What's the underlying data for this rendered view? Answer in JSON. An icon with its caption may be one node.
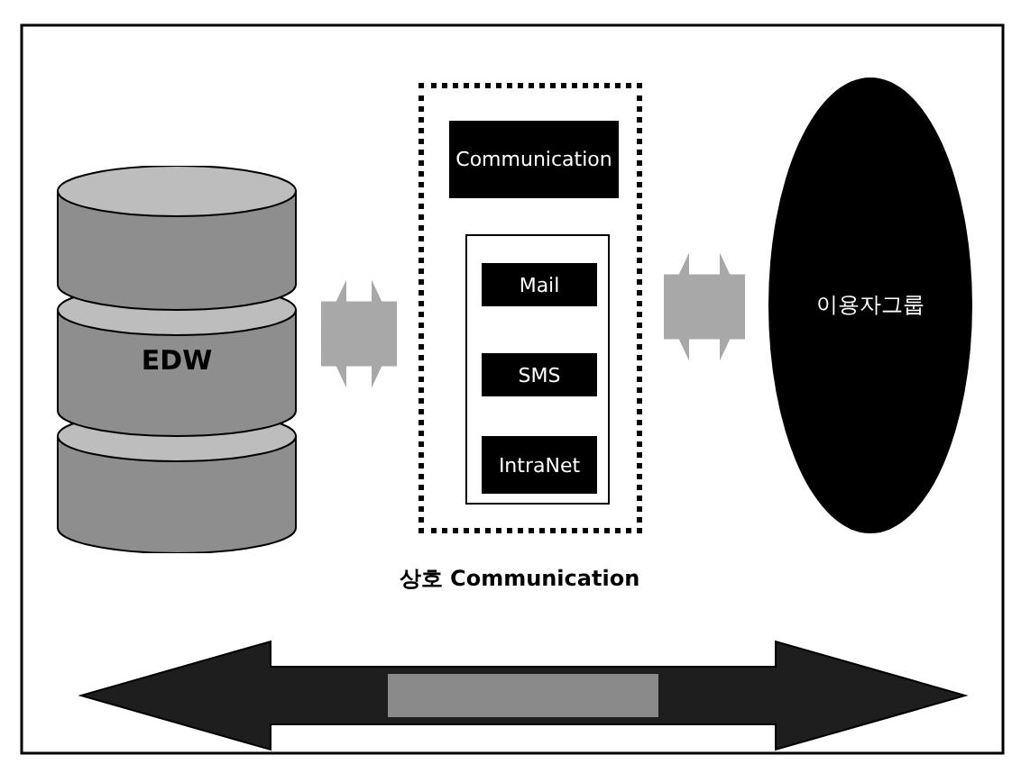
{
  "diagram": {
    "nodes": [
      {
        "text": [
          "EDW"
        ]
      },
      {
        "text": [],
        "shape": "box"
      },
      {
        "text": [
          "Communication"
        ],
        "in": 1
      },
      {
        "text": [],
        "shape": "box",
        "in": 1
      },
      {
        "text": [
          "Mail"
        ],
        "in": 3
      },
      {
        "text": [
          "SMS"
        ],
        "in": 3
      },
      {
        "text": [
          "IntraNet"
        ],
        "in": 3
      },
      {
        "text": [
          "이용자그룹"
        ]
      }
    ],
    "edges": [
      {
        "from": 0,
        "to": 1,
        "arrow": "both"
      },
      {
        "from": 1,
        "to": 7,
        "arrow": "both"
      }
    ],
    "labels": [
      "상호 Communication"
    ]
  }
}
